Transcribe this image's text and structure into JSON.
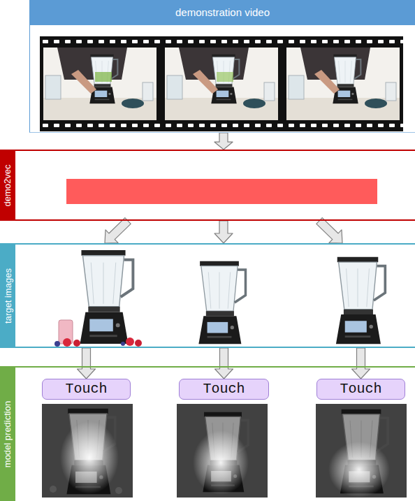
{
  "diagram": {
    "nodes": [
      {
        "text": [
          "demonstration video"
        ]
      },
      {
        "text": [
          "demo2vec"
        ]
      },
      {
        "text": [
          "target images"
        ]
      },
      {
        "text": [
          "model prediction"
        ]
      },
      {
        "text": [
          "Touch"
        ],
        "in": 3
      },
      {
        "text": [
          "Touch"
        ],
        "in": 3
      },
      {
        "text": [
          "Touch"
        ],
        "in": 3
      }
    ],
    "edges": [
      {
        "from": 0,
        "to": 1,
        "arrow": "to"
      },
      {
        "from": 1,
        "to": 2,
        "arrow": "to"
      },
      {
        "from": 1,
        "to": 2,
        "arrow": "to"
      },
      {
        "from": 1,
        "to": 2,
        "arrow": "to"
      },
      {
        "from": 2,
        "to": 4,
        "arrow": "to"
      },
      {
        "from": 2,
        "to": 5,
        "arrow": "to"
      },
      {
        "from": 2,
        "to": 6,
        "arrow": "to"
      }
    ]
  }
}
